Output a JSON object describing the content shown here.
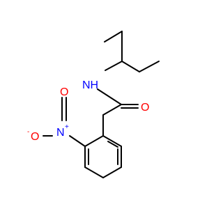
{
  "molecule": {
    "atoms": {
      "amide_nitrogen": {
        "label": "NH",
        "color": "#0000ff"
      },
      "carbonyl_oxygen": {
        "label": "O",
        "color": "#ff0000"
      },
      "nitro_nitrogen": {
        "label": "N",
        "charge": "+",
        "color": "#0000ff"
      },
      "nitro_oxygen_double": {
        "label": "O",
        "color": "#ff0000"
      },
      "nitro_oxygen_anion": {
        "label": "O",
        "charge": "-",
        "color": "#ff0000"
      }
    },
    "bond_color": "#000000"
  }
}
